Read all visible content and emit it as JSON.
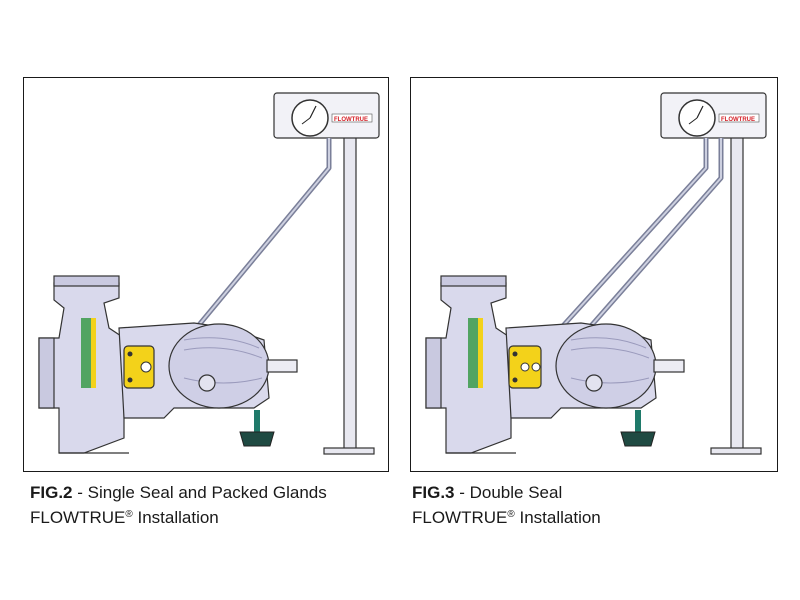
{
  "figures": [
    {
      "fig_label": "FIG.2",
      "title_line1": " - Single Seal and Packed Glands",
      "brand": "FLOWTRUE",
      "reg_mark": "®",
      "title_line2": " Installation",
      "gauge_brand": "FLOWTRUE",
      "line_count": 1
    },
    {
      "fig_label": "FIG.3",
      "title_line1": " - Double Seal",
      "brand": "FLOWTRUE",
      "reg_mark": "®",
      "title_line2": " Installation",
      "gauge_brand": "FLOWTRUE",
      "line_count": 2
    }
  ],
  "colors": {
    "pump_body": "#d9d9ec",
    "pump_shadow": "#a9a9c8",
    "seal_yellow": "#f3d21a",
    "fluid_green": "#3a9a4a",
    "foot_teal": "#1f7a6a",
    "pipe": "#9aa0b8",
    "logo_red": "#d41f26"
  }
}
